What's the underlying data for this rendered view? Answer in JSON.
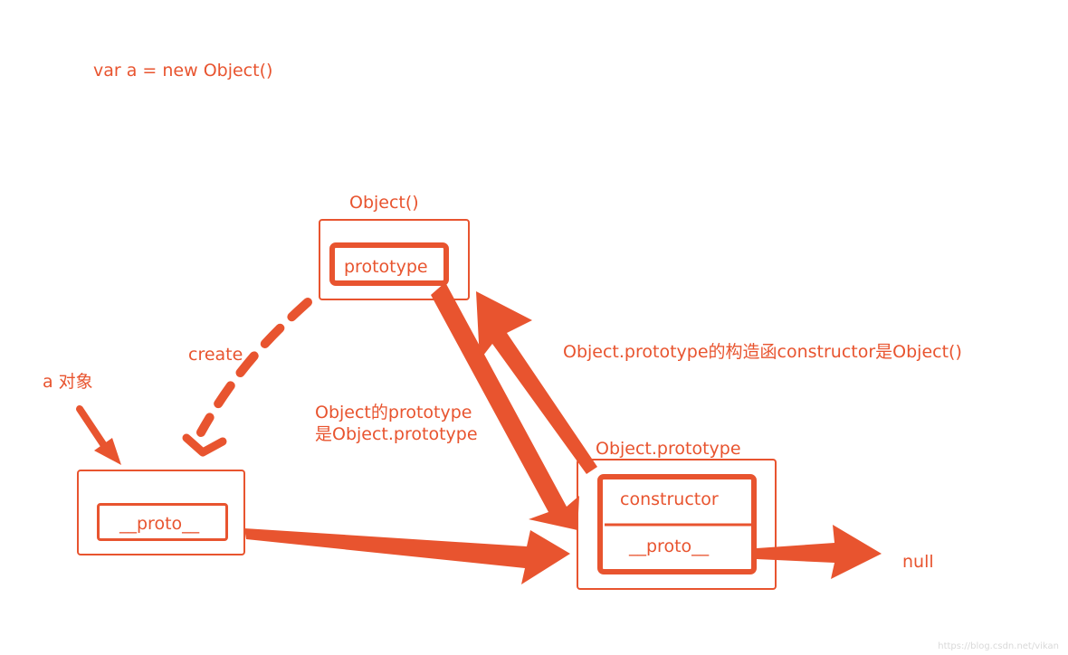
{
  "code_line": "var a = new Object()",
  "nodes": {
    "object_fn": {
      "title": "Object()",
      "field": "prototype"
    },
    "a_obj": {
      "title": "a 对象",
      "field": "__proto__"
    },
    "object_proto": {
      "title": "Object.prototype",
      "fields": [
        "constructor",
        "__proto__"
      ]
    },
    "null_node": {
      "label": "null"
    }
  },
  "edges": {
    "create": "create",
    "prototype_is": [
      "Object的prototype",
      "是Object.prototype"
    ],
    "constructor_is": "Object.prototype的构造函constructor是Object()"
  },
  "watermark": "https://blog.csdn.net/vikan",
  "colors": {
    "accent": "#e8542f",
    "background": "#ffffff"
  }
}
